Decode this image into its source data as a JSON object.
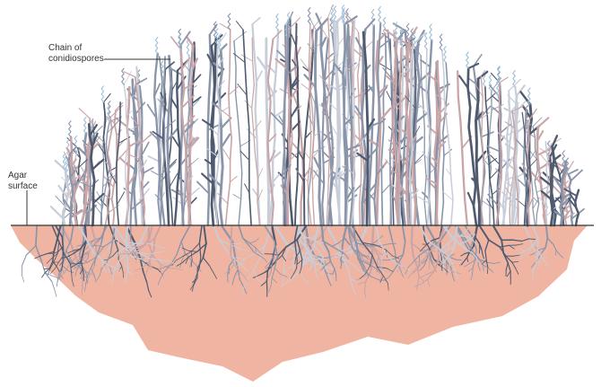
{
  "labels": {
    "conidiospores": [
      "Chain of",
      "conidiospores"
    ],
    "agar_surface": [
      "Agar",
      "surface"
    ]
  },
  "colors": {
    "agar": "#f0b5a2",
    "agar_shade": "#e9a690",
    "hypha_dark": "#4f5a6f",
    "hypha_mid": "#8a95aa",
    "hypha_light": "#c8ced9",
    "hypha_pink": "#c9a5a7",
    "spore_blue": "#9fbfd6",
    "leader_line": "#333333"
  },
  "structures": [
    {
      "name": "aerial-mycelium",
      "description_label": "conidiophores with spore chains"
    },
    {
      "name": "substrate-mycelium"
    },
    {
      "name": "agar-medium"
    }
  ]
}
